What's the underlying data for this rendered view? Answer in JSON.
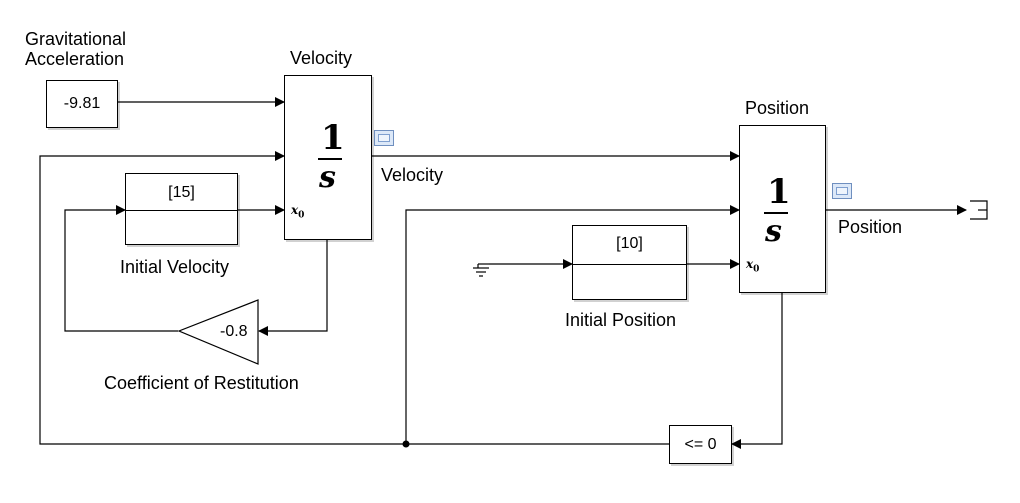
{
  "blocks": {
    "gravity_value": "-9.81",
    "gravity_label_line1": "Gravitational",
    "gravity_label_line2": "Acceleration",
    "velocity_title": "Velocity",
    "velocity_signal": "Velocity",
    "integrator_numerator": "1",
    "integrator_denominator": "s",
    "initial_velocity_value": "[15]",
    "initial_velocity_label": "Initial Velocity",
    "gain_value": "-0.8",
    "gain_label": "Coefficient of Restitution",
    "position_title": "Position",
    "position_signal": "Position",
    "initial_position_value": "[10]",
    "initial_position_label": "Initial Position",
    "compare_value": "<= 0",
    "x0_port": "x",
    "x0_sub": "0"
  },
  "colors": {
    "line": "#000000",
    "scope_fill": "#dce8f8",
    "scope_border": "#6f8fbf"
  }
}
